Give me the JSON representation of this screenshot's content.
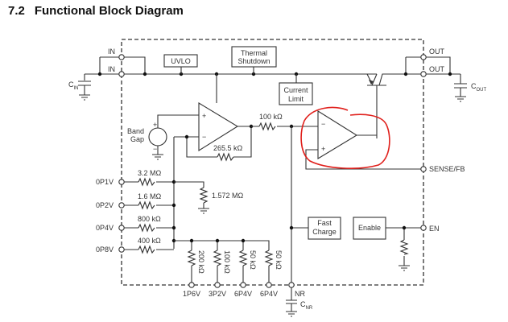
{
  "section": {
    "number": "7.2",
    "title": "Functional Block Diagram"
  },
  "blocks": {
    "uvlo": "UVLO",
    "thermal_line1": "Thermal",
    "thermal_line2": "Shutdown",
    "current_line1": "Current",
    "current_line2": "Limit",
    "fast_line1": "Fast",
    "fast_line2": "Charge",
    "enable": "Enable",
    "bandgap_line1": "Band",
    "bandgap_line2": "Gap"
  },
  "pins": {
    "in1": "IN",
    "in2": "IN",
    "out1": "OUT",
    "out2": "OUT",
    "sense": "SENSE/FB",
    "en": "EN",
    "nr": "NR",
    "p0p1": "0P1V",
    "p0p2": "0P2V",
    "p0p4": "0P4V",
    "p0p8": "0P8V",
    "p1p6": "1P6V",
    "p3p2": "3P2V",
    "p6p4a": "6P4V",
    "p6p4b": "6P4V"
  },
  "capacitors": {
    "cin": {
      "main": "C",
      "sub": "IN"
    },
    "cout": {
      "main": "C",
      "sub": "OUT"
    },
    "cnr": {
      "main": "C",
      "sub": "NR"
    }
  },
  "resistors": {
    "r100k": "100 kΩ",
    "r265": "265.5 kΩ",
    "r3m2": "3.2 MΩ",
    "r1m6": "1.6 MΩ",
    "r800k": "800 kΩ",
    "r400k": "400 kΩ",
    "r1572": "1.572 MΩ",
    "r200k": "200 kΩ",
    "r100kv": "100 kΩ",
    "r50ka": "50 kΩ",
    "r50kb": "50 kΩ"
  },
  "signs": {
    "plus": "+",
    "minus": "−"
  },
  "colors": {
    "annotation": "#e0201c",
    "wire": "#333333"
  }
}
